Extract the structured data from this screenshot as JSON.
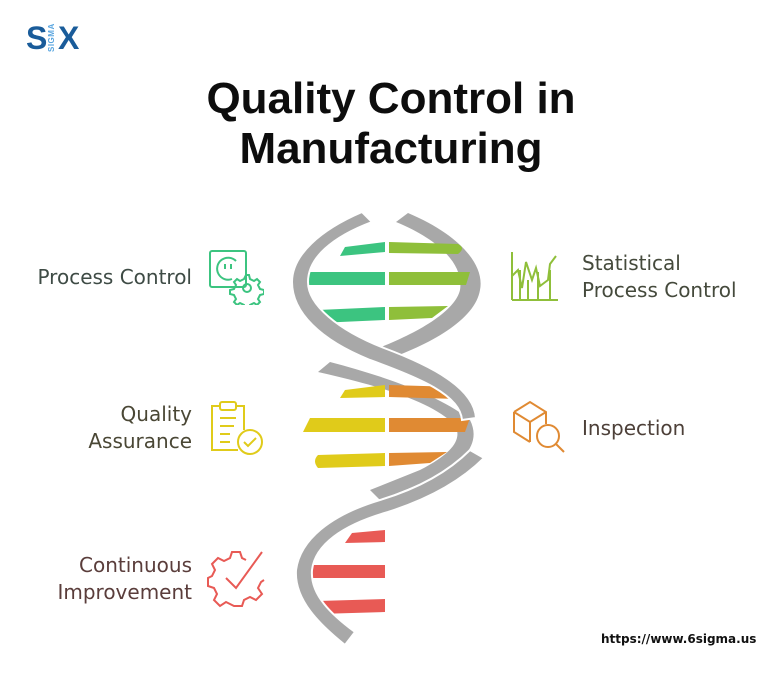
{
  "logo": {
    "left": "S",
    "middle": "SIGMA",
    "right": "X",
    "color": "#1a5c9a",
    "accent": "#5aa6e0"
  },
  "title": {
    "line1": "Quality Control in",
    "line2": "Manufacturing"
  },
  "items": [
    {
      "id": "process-control",
      "label_lines": [
        "Process Control"
      ],
      "side": "left",
      "icon": "outlet-gear-icon",
      "color": "#3cc480",
      "text_color": "#3e4b45"
    },
    {
      "id": "statistical-process-control",
      "label_lines": [
        "Statistical",
        "Process Control"
      ],
      "side": "right",
      "icon": "chart-lines-icon",
      "color": "#8fbf3a",
      "text_color": "#454a3c"
    },
    {
      "id": "quality-assurance",
      "label_lines": [
        "Quality",
        "Assurance"
      ],
      "side": "left",
      "icon": "clipboard-check-icon",
      "color": "#e0cb1a",
      "text_color": "#4a4735"
    },
    {
      "id": "inspection",
      "label_lines": [
        "Inspection"
      ],
      "side": "right",
      "icon": "box-search-icon",
      "color": "#e08a33",
      "text_color": "#4d4039"
    },
    {
      "id": "continuous-improvement",
      "label_lines": [
        "Continuous",
        "Improvement"
      ],
      "side": "left",
      "icon": "gear-check-icon",
      "color": "#e85a55",
      "text_color": "#5a3d3b"
    }
  ],
  "helix": {
    "strand_color": "#a8a8a8"
  },
  "footer": {
    "url": "https://www.6sigma.us"
  }
}
